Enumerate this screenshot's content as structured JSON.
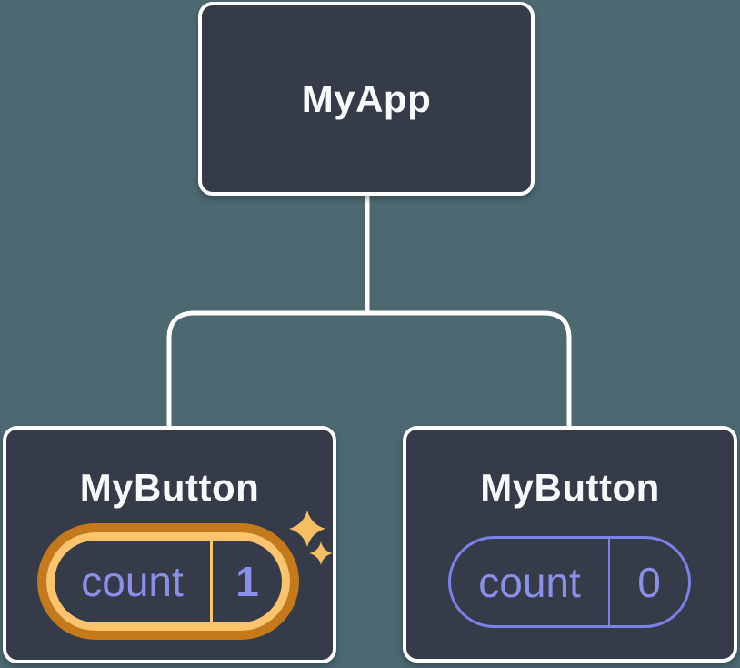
{
  "diagram": {
    "root": {
      "label": "MyApp"
    },
    "children": [
      {
        "label": "MyButton",
        "state_key": "count",
        "state_value": "1",
        "highlighted": true
      },
      {
        "label": "MyButton",
        "state_key": "count",
        "state_value": "0",
        "highlighted": false
      }
    ]
  },
  "colors": {
    "background": "#4C6971",
    "node_fill": "#353B48",
    "node_border": "#FFFFFF",
    "connector": "#FFFFFF",
    "title_text": "#F7F8FA",
    "state_text": "#8A8FE9",
    "pill_border": "#7B81E6",
    "highlight_ring_outer": "#C4791B",
    "highlight_ring_inner": "#FBC46C",
    "sparkle": "#F5BE62"
  },
  "icons": {
    "sparkles": "sparkles-icon"
  }
}
